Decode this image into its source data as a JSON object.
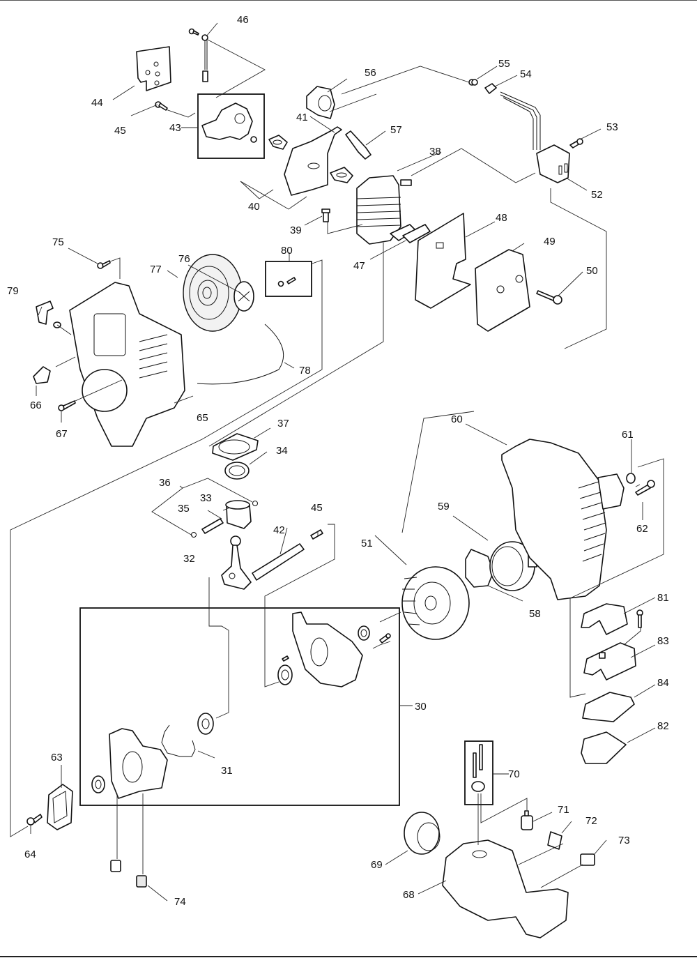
{
  "diagram": {
    "title": "Exploded parts diagram - engine assembly",
    "labels": {
      "p30": "30",
      "p31": "31",
      "p32": "32",
      "p33": "33",
      "p34": "34",
      "p35": "35",
      "p36": "36",
      "p37": "37",
      "p38": "38",
      "p39": "39",
      "p40": "40",
      "p41": "41",
      "p42": "42",
      "p43": "43",
      "p44": "44",
      "p45a": "45",
      "p45b": "45",
      "p46": "46",
      "p47": "47",
      "p48": "48",
      "p49": "49",
      "p50": "50",
      "p51": "51",
      "p52": "52",
      "p53": "53",
      "p54": "54",
      "p55": "55",
      "p56": "56",
      "p57": "57",
      "p58": "58",
      "p59": "59",
      "p60": "60",
      "p61": "61",
      "p62": "62",
      "p63": "63",
      "p64": "64",
      "p65": "65",
      "p66": "66",
      "p67": "67",
      "p68": "68",
      "p69": "69",
      "p70": "70",
      "p71": "71",
      "p72": "72",
      "p73": "73",
      "p74": "74",
      "p75": "75",
      "p76": "76",
      "p77": "77",
      "p78": "78",
      "p79": "79",
      "p80": "80",
      "p81": "81",
      "p82": "82",
      "p83": "83",
      "p84": "84"
    }
  }
}
